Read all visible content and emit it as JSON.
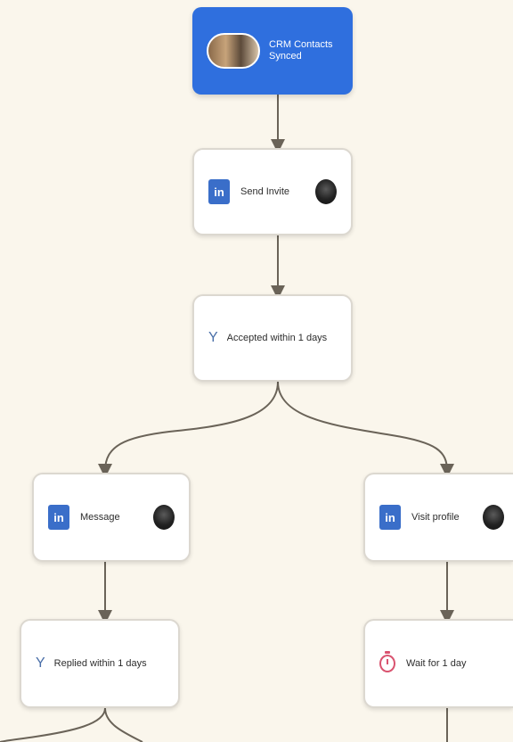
{
  "trigger": {
    "label": "CRM Contacts Synced",
    "icon": "people-avatars-icon"
  },
  "nodes": {
    "send_invite": {
      "label": "Send Invite",
      "icon": "linkedin-icon",
      "icon_text": "in"
    },
    "accepted": {
      "label": "Accepted within 1 days",
      "icon": "branch-icon",
      "icon_text": "Y"
    },
    "message": {
      "label": "Message",
      "icon": "linkedin-icon",
      "icon_text": "in"
    },
    "visit_profile": {
      "label": "Visit profile",
      "icon": "linkedin-icon",
      "icon_text": "in"
    },
    "replied": {
      "label": "Replied within 1 days",
      "icon": "branch-icon",
      "icon_text": "Y"
    },
    "wait": {
      "label": "Wait for 1 day",
      "icon": "timer-icon"
    }
  },
  "colors": {
    "background": "#faf6ec",
    "trigger": "#2f6fde",
    "linkedin": "#3a6ec9",
    "timer": "#d9536f",
    "connector": "#6a6358"
  }
}
